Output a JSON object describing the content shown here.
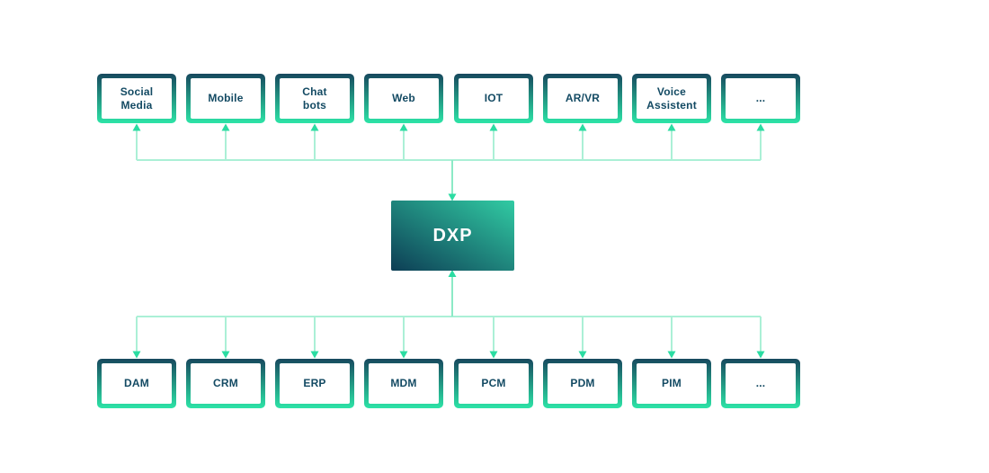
{
  "nodes": {
    "top_row": [
      {
        "label": "Social\nMedia"
      },
      {
        "label": "Mobile"
      },
      {
        "label": "Chat\nbots"
      },
      {
        "label": "Web"
      },
      {
        "label": "IOT"
      },
      {
        "label": "AR/VR"
      },
      {
        "label": "Voice\nAssistent"
      },
      {
        "label": "..."
      }
    ],
    "center": {
      "label": "DXP"
    },
    "bottom_row": [
      {
        "label": "DAM"
      },
      {
        "label": "CRM"
      },
      {
        "label": "ERP"
      },
      {
        "label": "MDM"
      },
      {
        "label": "PCM"
      },
      {
        "label": "PDM"
      },
      {
        "label": "PIM"
      },
      {
        "label": "..."
      }
    ]
  },
  "colors": {
    "background": "#ffffff",
    "box_border_gradient_top": "#17495e",
    "box_border_gradient_bottom": "#2de4a7",
    "box_fill": "#ffffff",
    "label_text": "#134a63",
    "dxp_gradient_dark": "#0d3e55",
    "dxp_gradient_teal": "#31cba3",
    "dxp_text": "#ffffff",
    "connector_line": "#abf0d6",
    "arrowhead": "#2bdca2"
  }
}
